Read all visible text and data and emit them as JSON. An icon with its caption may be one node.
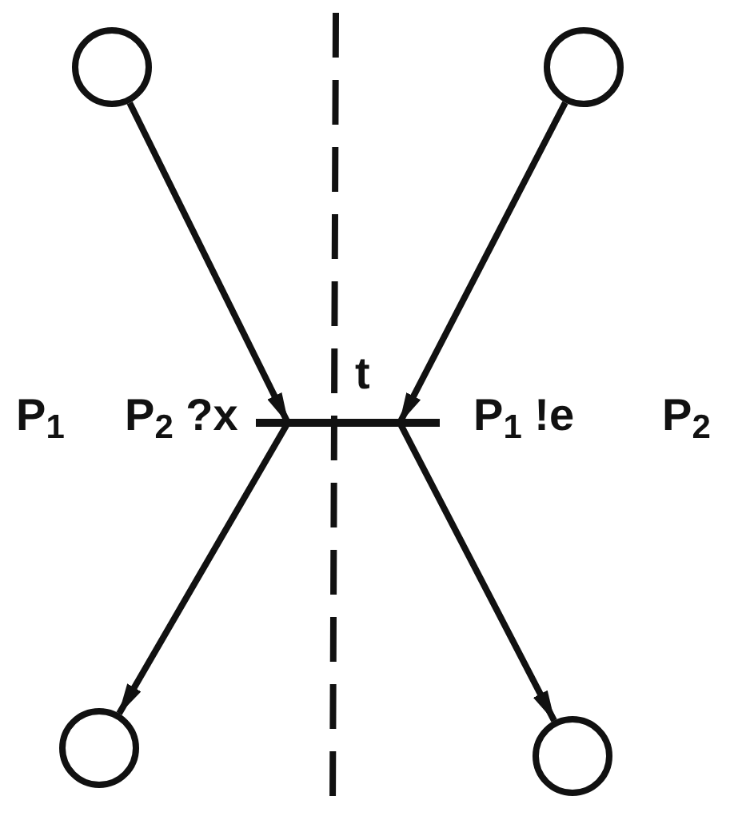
{
  "diagram": {
    "nodes": [
      {
        "text": [],
        "shape": "circle"
      },
      {
        "text": [],
        "shape": "circle"
      },
      {
        "text": [],
        "shape": "bar",
        "beside": [
          "t"
        ]
      },
      {
        "text": [],
        "shape": "circle"
      },
      {
        "text": [],
        "shape": "circle"
      }
    ],
    "edges": [
      {
        "from": 0,
        "to": 2,
        "arrow": "to"
      },
      {
        "from": 1,
        "to": 2,
        "arrow": "to"
      },
      {
        "from": 2,
        "to": 3,
        "arrow": "to"
      },
      {
        "from": 2,
        "to": 4,
        "arrow": "to"
      }
    ],
    "labels": [
      "P$_{1}$",
      "P$_{2}$ ?x",
      "P$_{1}$ !e",
      "P$_{2}$"
    ]
  }
}
